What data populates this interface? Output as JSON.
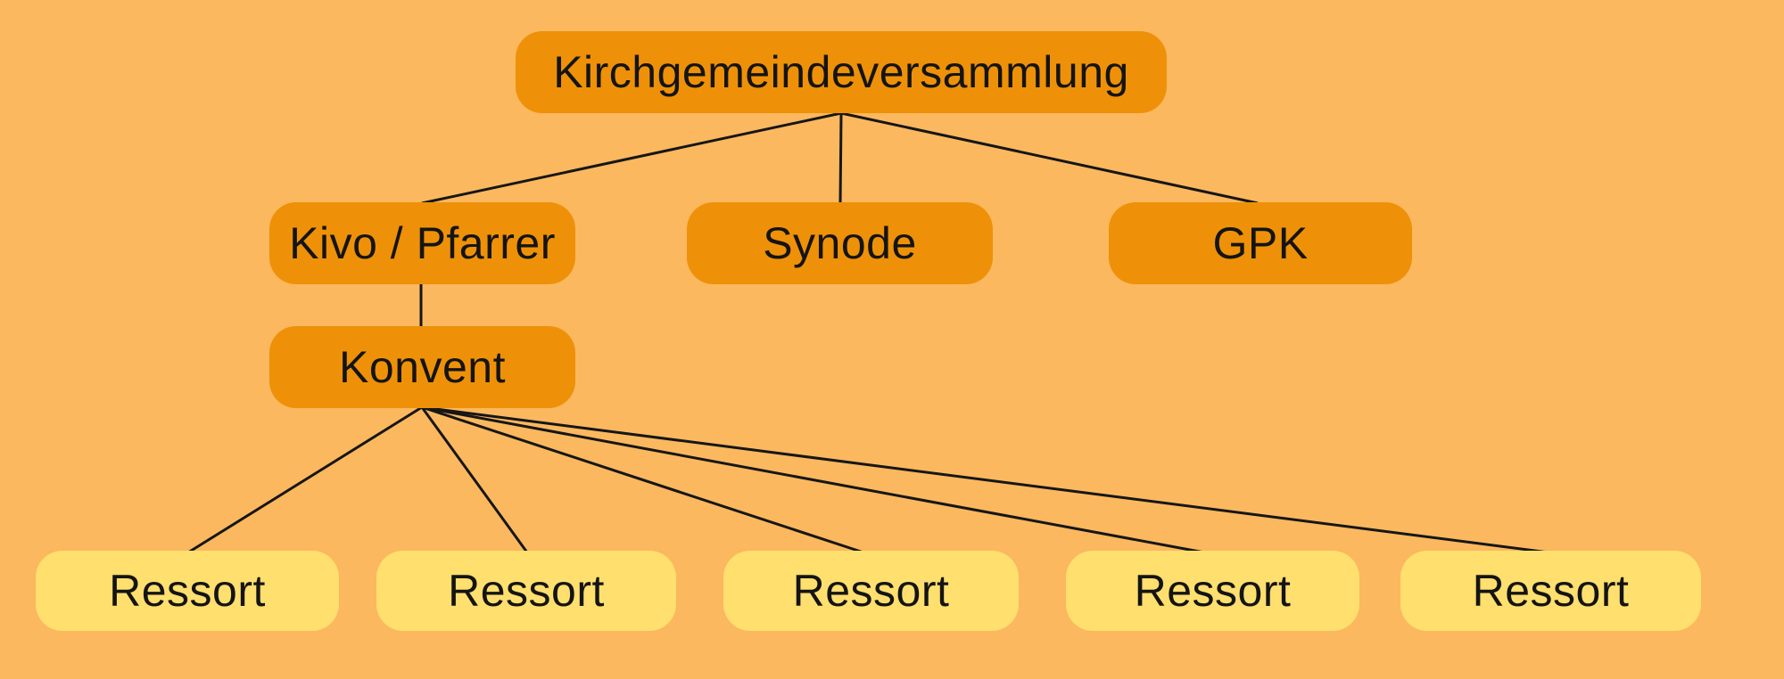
{
  "colors": {
    "background": "#FBB85E",
    "node-primary": "#EE9108",
    "node-secondary": "#FFDF6E",
    "line": "#161616",
    "text": "#141414"
  },
  "diagram": {
    "type": "org-chart",
    "nodes": {
      "root": {
        "label": "Kirchgemeindeversammlung"
      },
      "kivo": {
        "label": "Kivo / Pfarrer"
      },
      "synode": {
        "label": "Synode"
      },
      "gpk": {
        "label": "GPK"
      },
      "konvent": {
        "label": "Konvent"
      },
      "ressorts": [
        {
          "label": "Ressort"
        },
        {
          "label": "Ressort"
        },
        {
          "label": "Ressort"
        },
        {
          "label": "Ressort"
        },
        {
          "label": "Ressort"
        }
      ]
    },
    "edges": [
      {
        "from": "root",
        "to": "kivo"
      },
      {
        "from": "root",
        "to": "synode"
      },
      {
        "from": "root",
        "to": "gpk"
      },
      {
        "from": "kivo",
        "to": "konvent"
      },
      {
        "from": "konvent",
        "to": "ressorts.0"
      },
      {
        "from": "konvent",
        "to": "ressorts.1"
      },
      {
        "from": "konvent",
        "to": "ressorts.2"
      },
      {
        "from": "konvent",
        "to": "ressorts.3"
      },
      {
        "from": "konvent",
        "to": "ressorts.4"
      }
    ]
  }
}
